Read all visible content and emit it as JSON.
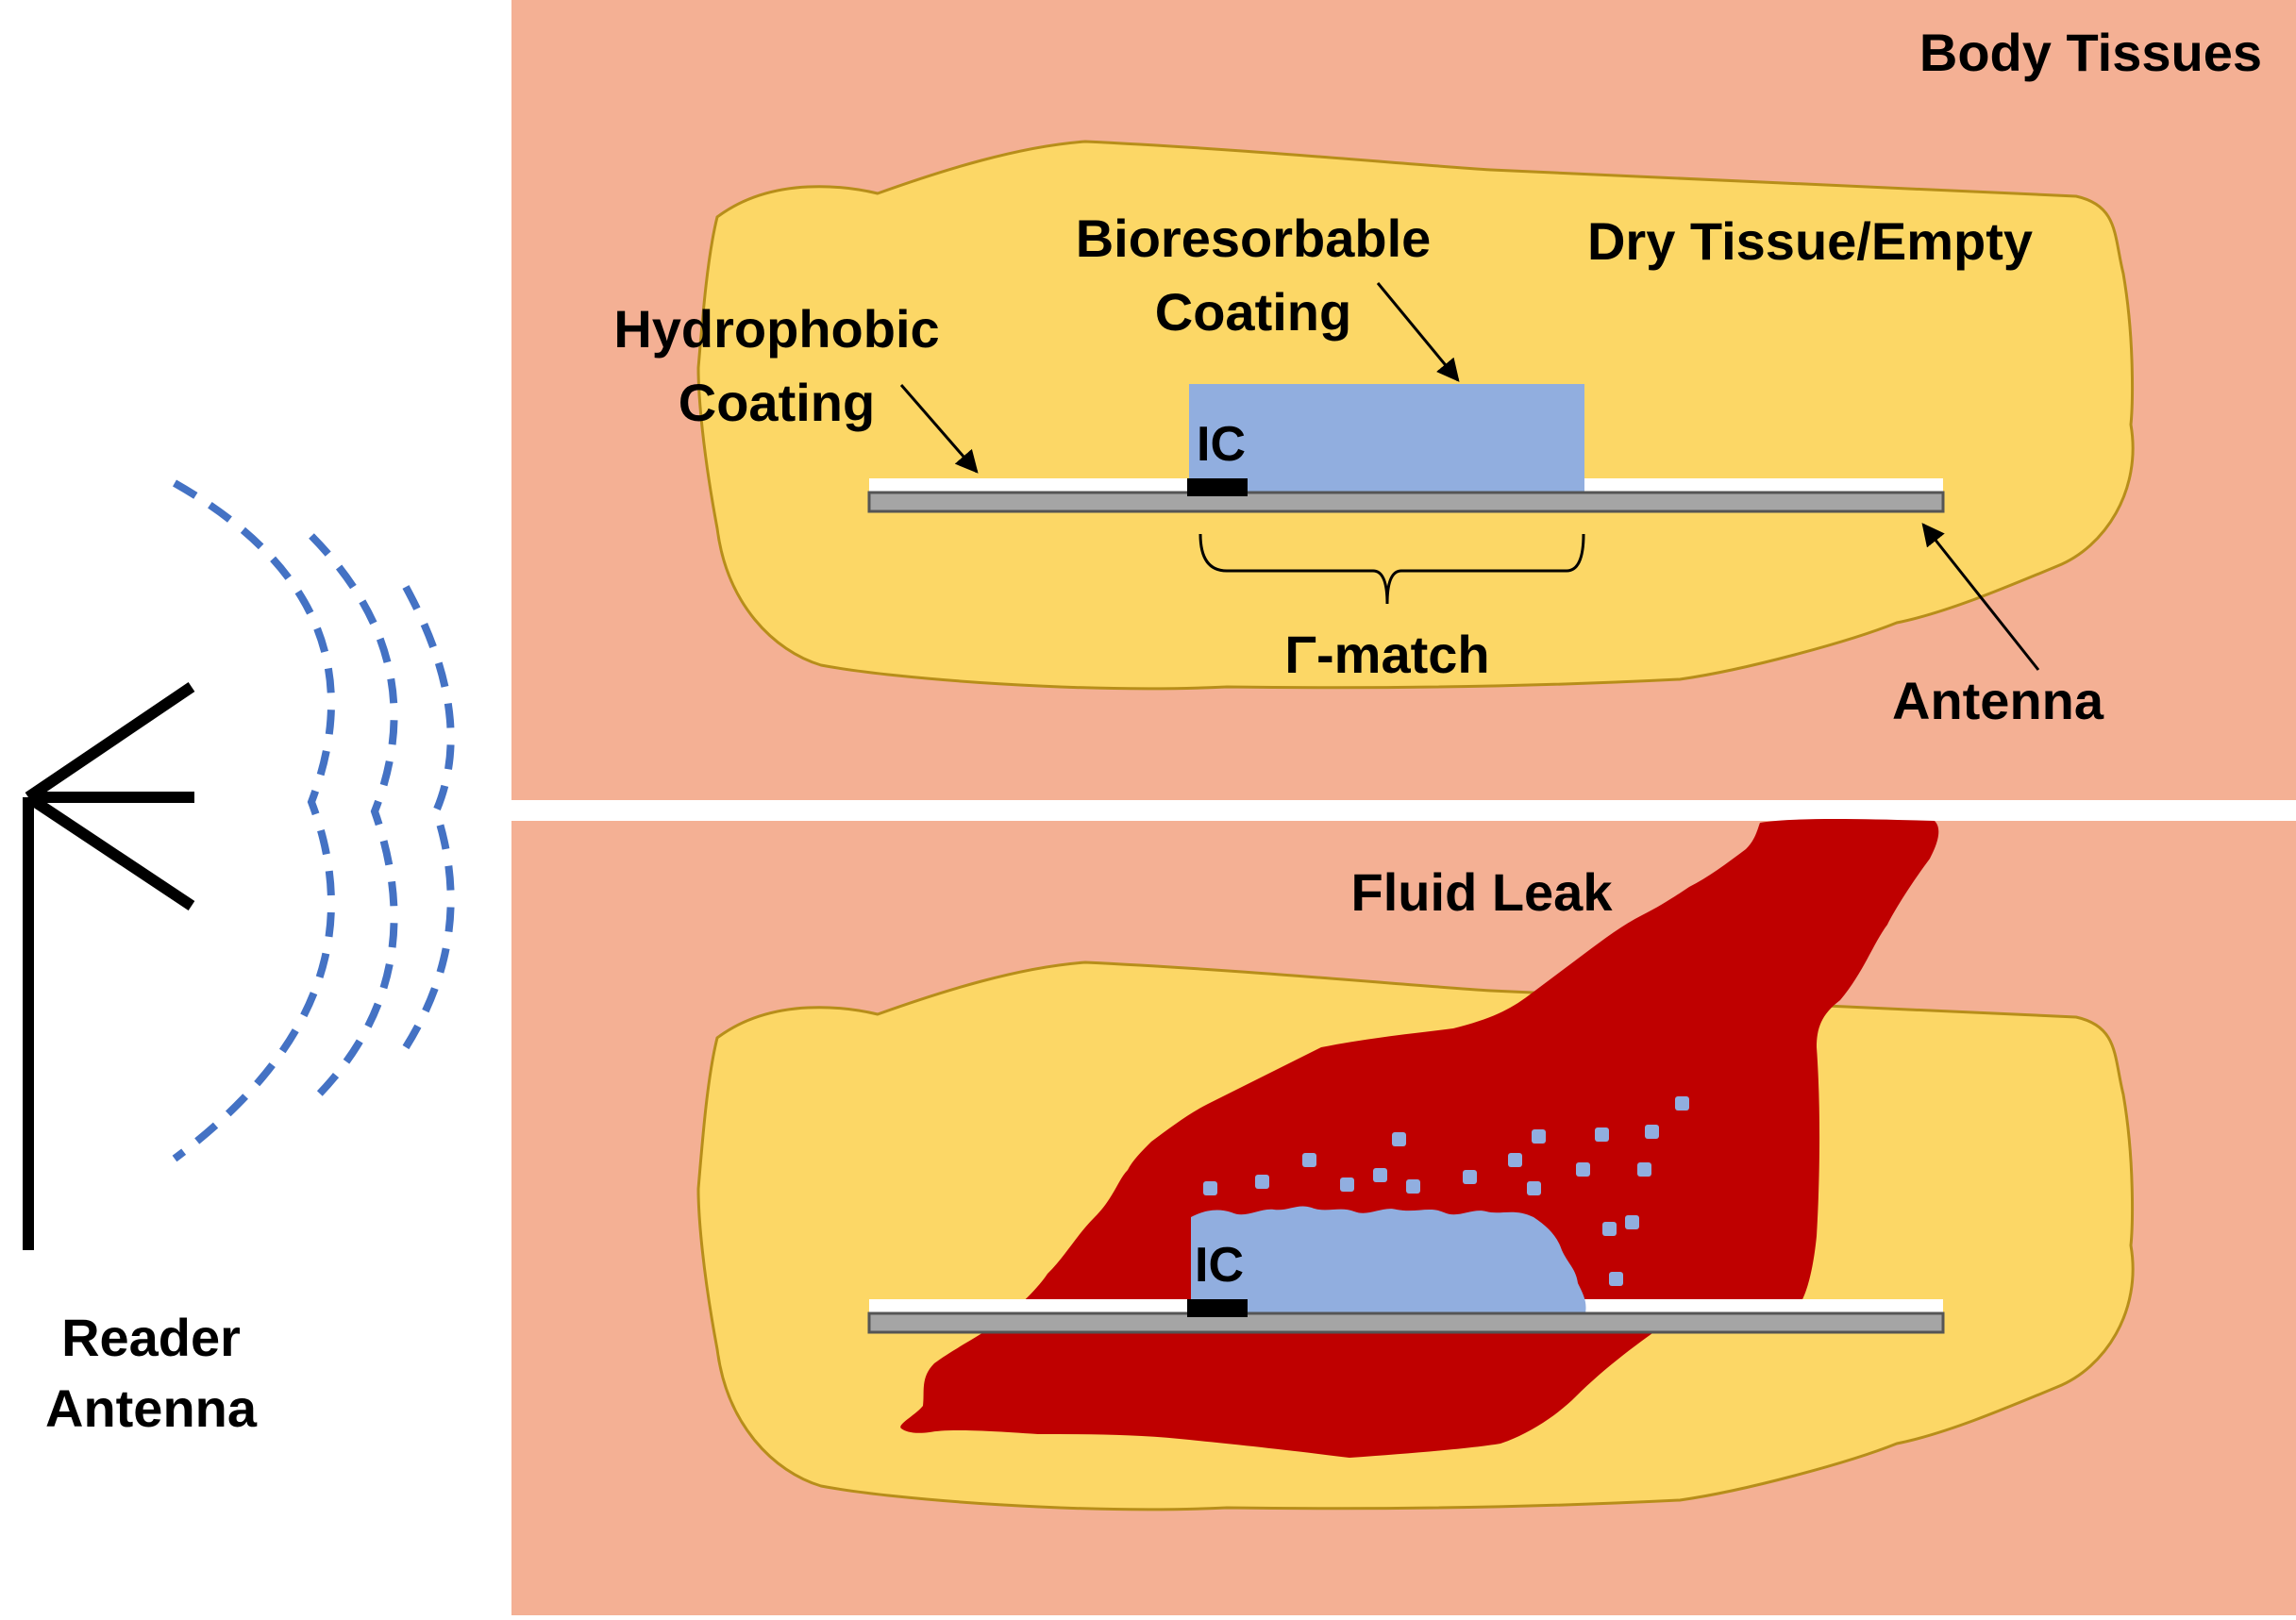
{
  "colors": {
    "tissue": "#f4b094",
    "pocket": "#fcd766",
    "pocket_edge": "#b78e1a",
    "coating": "#91aedf",
    "fluid": "#bf0000",
    "antenna_gray": "#a5a5a5",
    "wave": "#4472c4",
    "ic": "#000000"
  },
  "reader": {
    "label_line1": "Reader",
    "label_line2": "Antenna",
    "antenna_icon": "reader-antenna-icon",
    "wave_icon": "rf-wave-icon"
  },
  "top_panel": {
    "title": "Body Tissues",
    "state_label": "Dry Tissue/Empty",
    "bioresorbable_line1": "Bioresorbable",
    "bioresorbable_line2": "Coating",
    "hydrophobic_line1": "Hydrophobic",
    "hydrophobic_line2": "Coating",
    "ic_label": "IC",
    "match_label": "Γ-match",
    "antenna_label": "Antenna"
  },
  "bottom_panel": {
    "state_label": "Fluid Leak",
    "ic_label": "IC"
  }
}
